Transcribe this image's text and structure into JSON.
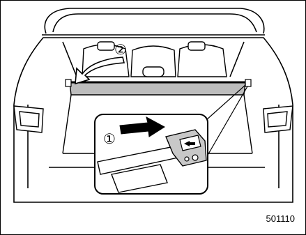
{
  "figure": {
    "code": "501110",
    "steps": [
      {
        "marker": "①"
      },
      {
        "marker": "②"
      }
    ]
  }
}
